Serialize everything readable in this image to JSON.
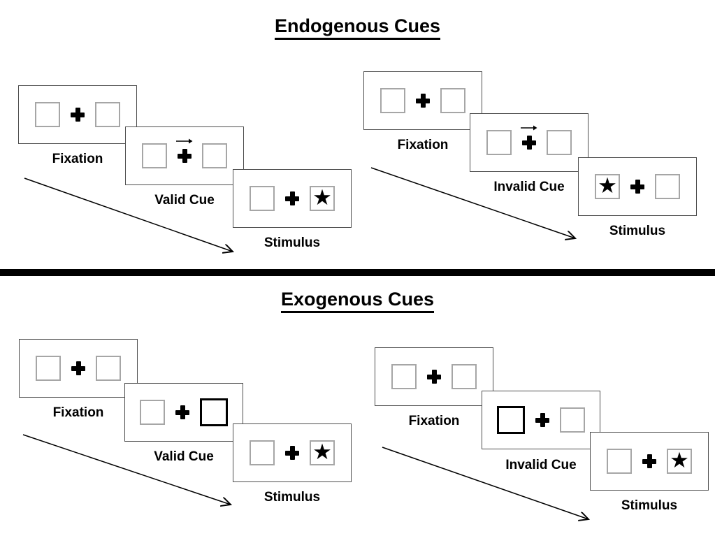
{
  "figure": {
    "background": "#ffffff",
    "divider_color": "#000000",
    "screen_border_color": "#4d4d4d",
    "placeholder_border_color": "#a6a6a6",
    "cue_highlight_border_color": "#000000",
    "text_color": "#000000"
  },
  "icons": {
    "star": "★",
    "cue_arrow_direction": "right",
    "fixation_cross": "+",
    "sequence_arrow": "diagonal-down-right"
  },
  "sections": [
    {
      "title": "Endogenous Cues",
      "trials": [
        {
          "name": "valid",
          "frames": [
            {
              "label": "Fixation",
              "cue": "none",
              "left": "empty",
              "right": "empty"
            },
            {
              "label": "Valid Cue",
              "cue": "arrow-right",
              "left": "empty",
              "right": "empty"
            },
            {
              "label": "Stimulus",
              "cue": "none",
              "left": "empty",
              "right": "star"
            }
          ]
        },
        {
          "name": "invalid",
          "frames": [
            {
              "label": "Fixation",
              "cue": "none",
              "left": "empty",
              "right": "empty"
            },
            {
              "label": "Invalid Cue",
              "cue": "arrow-right",
              "left": "empty",
              "right": "empty"
            },
            {
              "label": "Stimulus",
              "cue": "none",
              "left": "star",
              "right": "empty"
            }
          ]
        }
      ]
    },
    {
      "title": "Exogenous Cues",
      "trials": [
        {
          "name": "valid",
          "frames": [
            {
              "label": "Fixation",
              "cue": "none",
              "left": "empty",
              "right": "empty"
            },
            {
              "label": "Valid Cue",
              "cue": "bold-box-right",
              "left": "empty",
              "right": "empty"
            },
            {
              "label": "Stimulus",
              "cue": "none",
              "left": "empty",
              "right": "star"
            }
          ]
        },
        {
          "name": "invalid",
          "frames": [
            {
              "label": "Fixation",
              "cue": "none",
              "left": "empty",
              "right": "empty"
            },
            {
              "label": "Invalid Cue",
              "cue": "bold-box-left",
              "left": "empty",
              "right": "empty"
            },
            {
              "label": "Stimulus",
              "cue": "none",
              "left": "empty",
              "right": "star"
            }
          ]
        }
      ]
    }
  ]
}
